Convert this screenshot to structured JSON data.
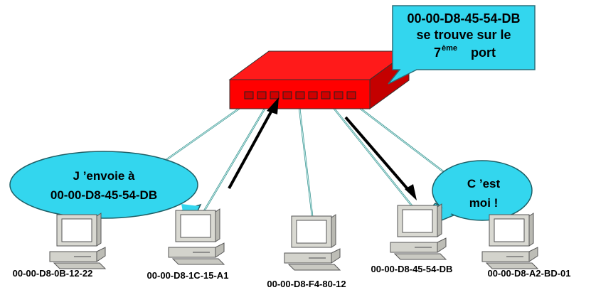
{
  "callout": {
    "line1": "00-00-D8-45-54-DB",
    "line2": "se trouve sur le",
    "line3_num": "7",
    "line3_sup": "ème",
    "line3_rest": "port"
  },
  "bubble_left": {
    "line1": "J ’envoie à",
    "line2": "00-00-D8-45-54-DB"
  },
  "bubble_right": {
    "line1": "C ’est",
    "line2": "moi !"
  },
  "hosts": [
    {
      "mac": "00-00-D8-0B-12-22"
    },
    {
      "mac": "00-00-D8-1C-15-A1"
    },
    {
      "mac": "00-00-D8-F4-80-12"
    },
    {
      "mac": "00-00-D8-45-54-DB"
    },
    {
      "mac": "00-00-D8-A2-BD-01"
    }
  ],
  "colors": {
    "switch_body": "#ff0000",
    "switch_dark": "#c00000",
    "bubble_fill": "#33d6ee",
    "cable": "#9fd2d0",
    "arrow": "#000000"
  }
}
